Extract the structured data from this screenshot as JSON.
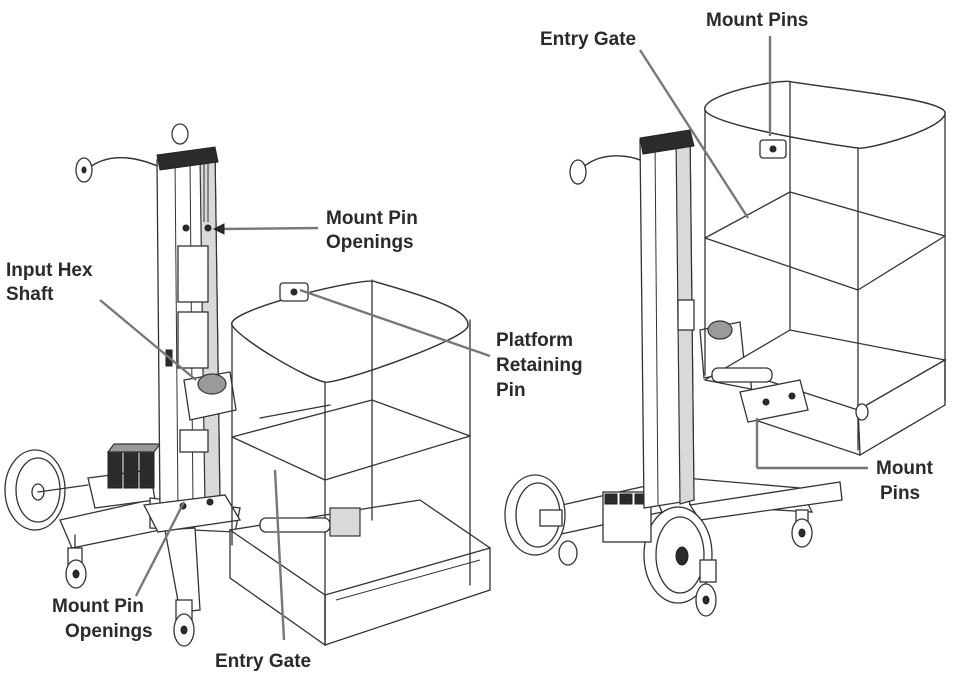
{
  "labels": {
    "mount_pin_openings_upper_line1": "Mount Pin",
    "mount_pin_openings_upper_line2": "Openings",
    "input_hex_shaft_line1": "Input Hex",
    "input_hex_shaft_line2": "Shaft",
    "platform_retaining_pin_line1": "Platform",
    "platform_retaining_pin_line2": "Retaining",
    "platform_retaining_pin_line3": "Pin",
    "mount_pin_openings_lower_line1": "Mount Pin",
    "mount_pin_openings_lower_line2": "Openings",
    "entry_gate_left": "Entry Gate",
    "entry_gate_right": "Entry Gate",
    "mount_pins_top": "Mount Pins",
    "mount_pins_right_line1": "Mount",
    "mount_pins_right_line2": "Pins"
  },
  "colors": {
    "line": "#333333",
    "leader": "#777777",
    "label": "#2a2a2a",
    "background": "#ffffff"
  }
}
